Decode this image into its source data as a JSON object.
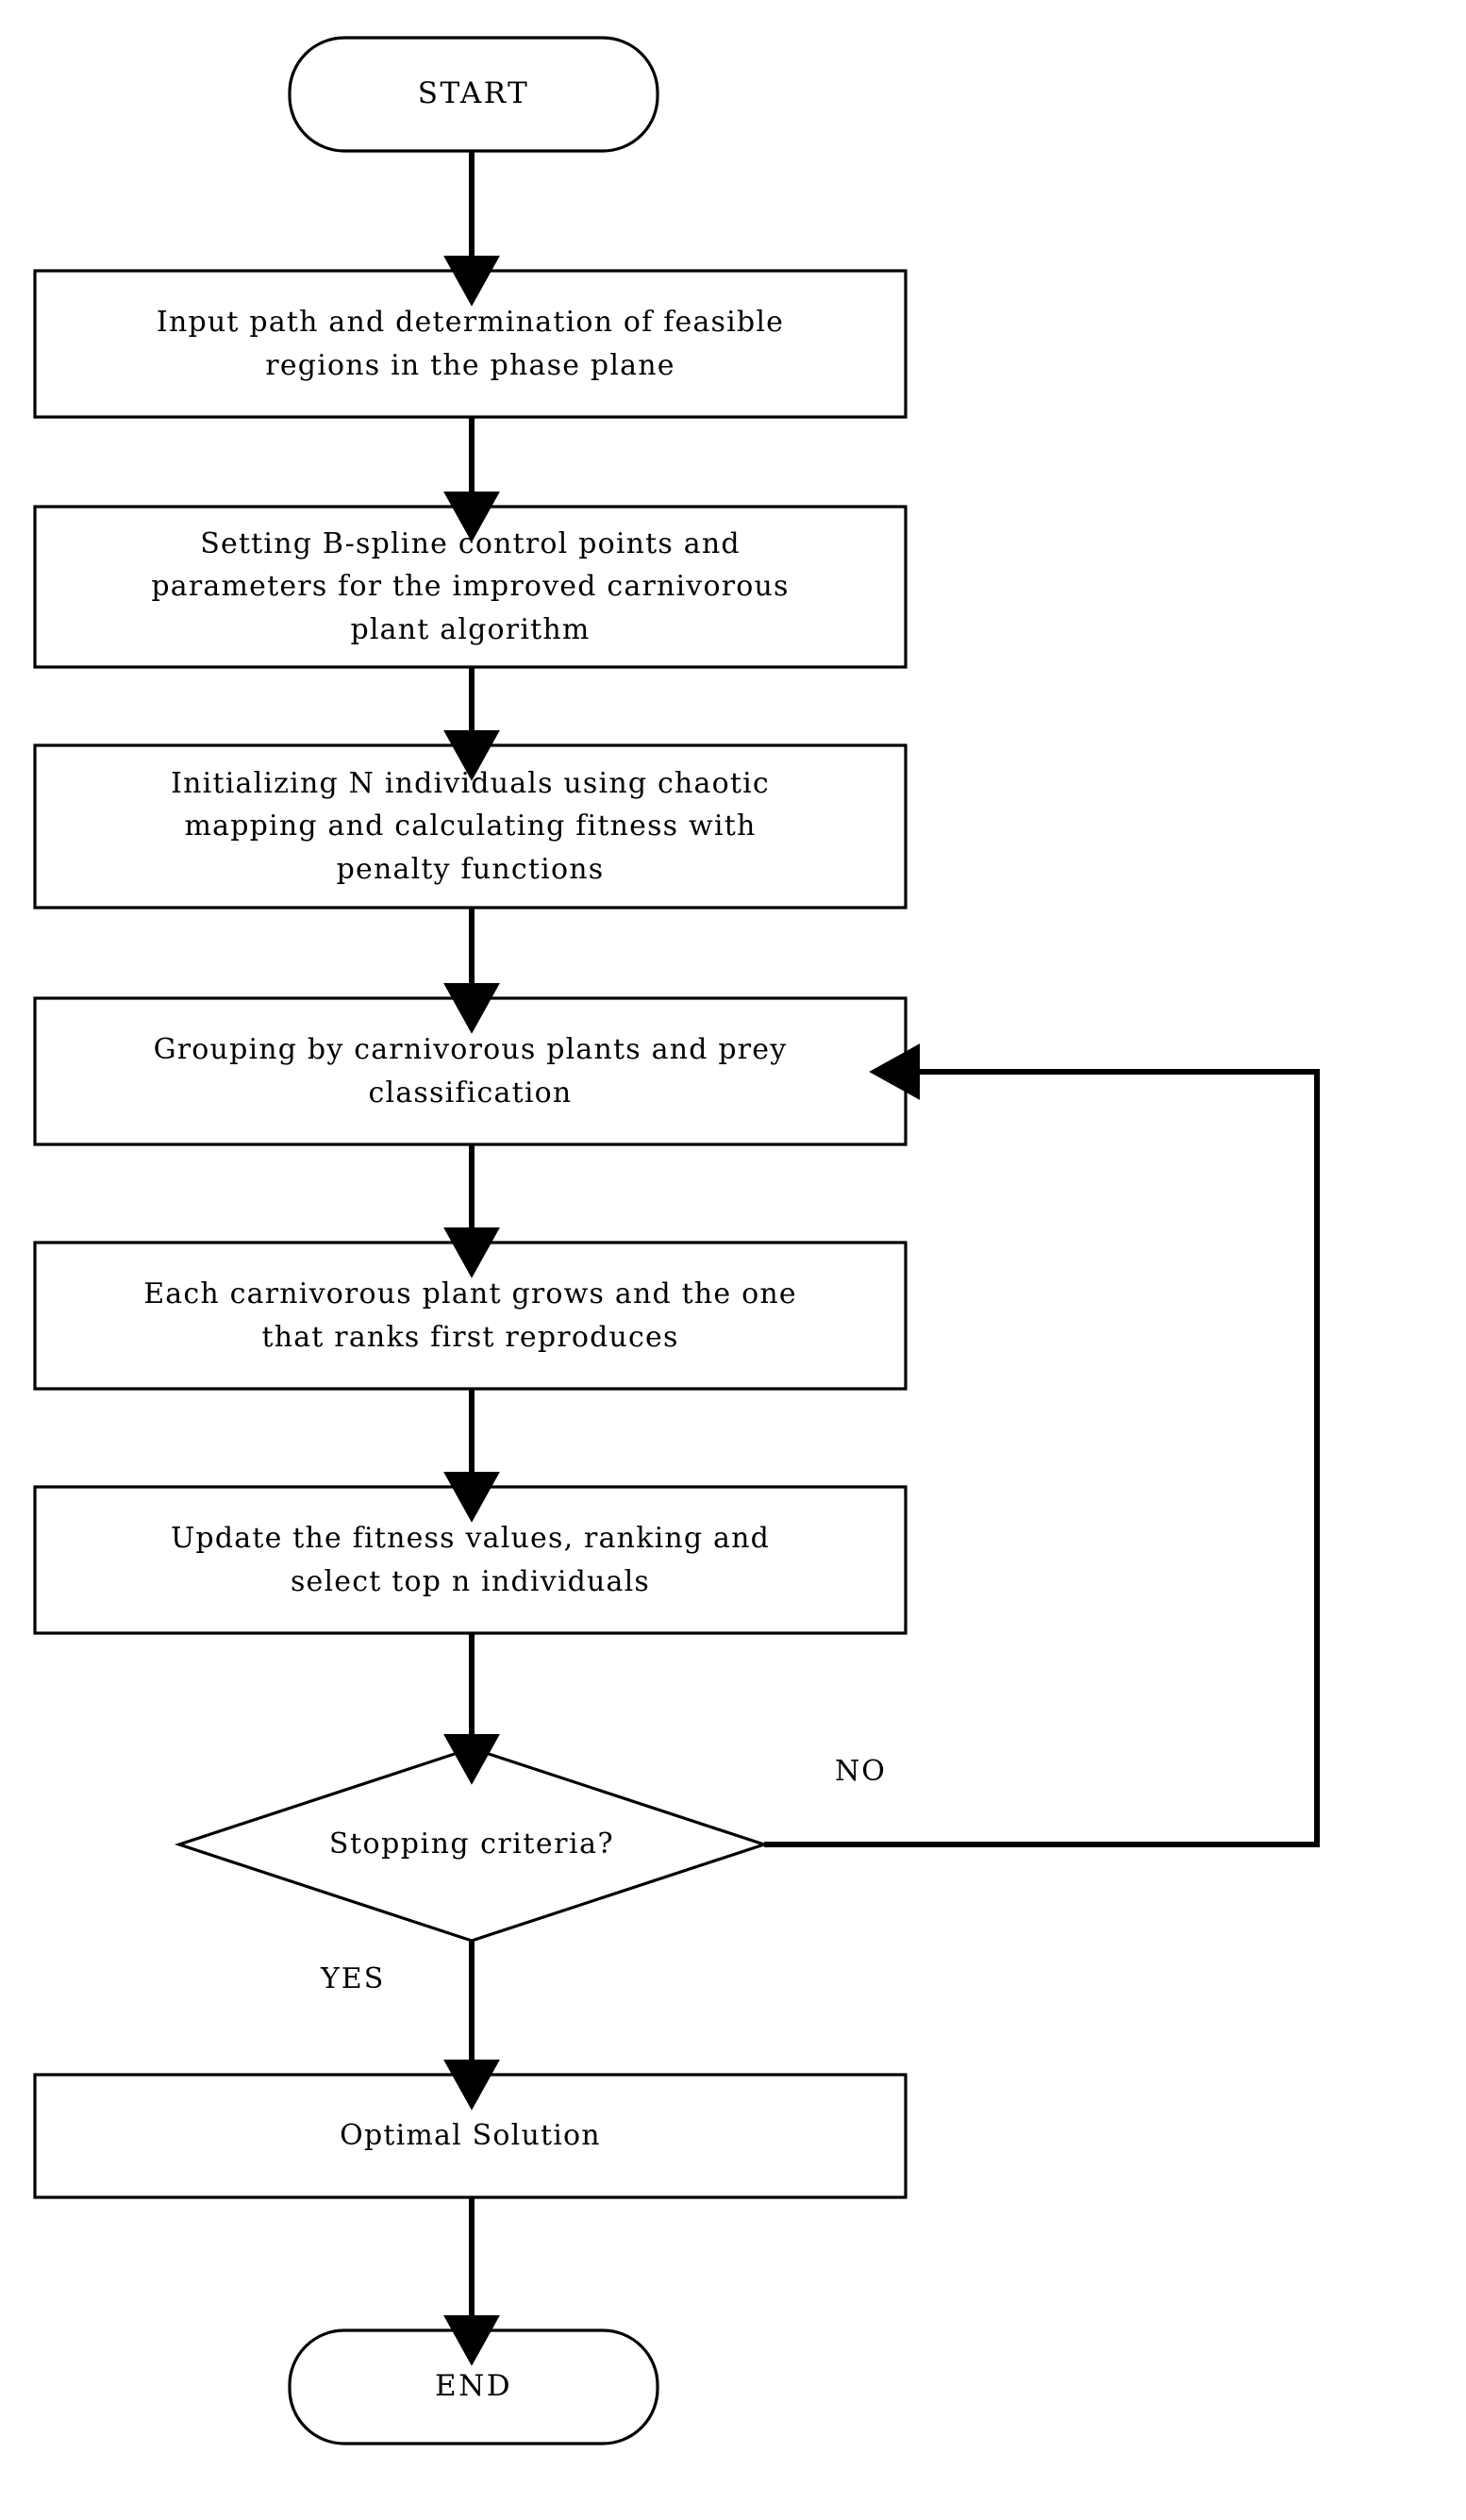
{
  "diagram": {
    "title": "Improved Carnivorous Plant Algorithm Flowchart",
    "background_color": "#ffffff",
    "line_color": "#000000",
    "text_color": "#000000",
    "nodes": [
      {
        "id": "start",
        "shape": "terminal",
        "label": "START"
      },
      {
        "id": "input",
        "shape": "process",
        "label": "Input path and determination of feasible\nregions in the phase plane"
      },
      {
        "id": "setting",
        "shape": "process",
        "label": "Setting B-spline control points and\nparameters for the improved carnivorous\nplant algorithm"
      },
      {
        "id": "initialize",
        "shape": "process",
        "label": "Initializing N individuals using chaotic\nmapping and calculating fitness with\npenalty functions"
      },
      {
        "id": "grouping",
        "shape": "process",
        "label": "Grouping by carnivorous plants and prey\nclassification"
      },
      {
        "id": "growth",
        "shape": "process",
        "label": "Each carnivorous plant grows and the one\nthat ranks first reproduces"
      },
      {
        "id": "update",
        "shape": "process",
        "label": "Update the fitness values, ranking and\nselect top n individuals"
      },
      {
        "id": "decision",
        "shape": "decision",
        "label": "Stopping criteria?"
      },
      {
        "id": "optimal",
        "shape": "process",
        "label": "Optimal Solution"
      },
      {
        "id": "end",
        "shape": "terminal",
        "label": "END"
      }
    ],
    "edge_labels": {
      "no": "NO",
      "yes": "YES"
    },
    "edges": [
      {
        "from": "start",
        "to": "input",
        "label": ""
      },
      {
        "from": "input",
        "to": "setting",
        "label": ""
      },
      {
        "from": "setting",
        "to": "initialize",
        "label": ""
      },
      {
        "from": "initialize",
        "to": "grouping",
        "label": ""
      },
      {
        "from": "grouping",
        "to": "growth",
        "label": ""
      },
      {
        "from": "growth",
        "to": "update",
        "label": ""
      },
      {
        "from": "update",
        "to": "decision",
        "label": ""
      },
      {
        "from": "decision",
        "to": "grouping",
        "label": "NO"
      },
      {
        "from": "decision",
        "to": "optimal",
        "label": "YES"
      },
      {
        "from": "optimal",
        "to": "end",
        "label": ""
      }
    ]
  }
}
